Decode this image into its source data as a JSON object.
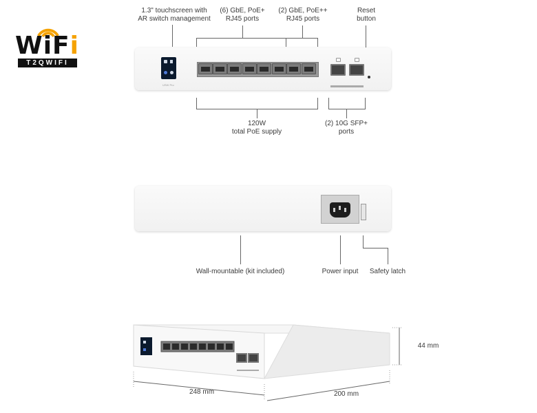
{
  "logo": {
    "word": "WiFi",
    "word_main": "WiF",
    "word_i": "i",
    "tag": "T2QWIFI",
    "accent": "#f5a200"
  },
  "front_view": {
    "touchscreen": [
      "1.3\" touchscreen with",
      "AR switch management"
    ],
    "gbe_poe_plus": [
      "(6) GbE, PoE+",
      "RJ45 ports"
    ],
    "gbe_poe_plusplus": [
      "(2) GbE, PoE++",
      "RJ45 ports"
    ],
    "reset": [
      "Reset",
      "button"
    ],
    "poe_supply": [
      "120W",
      "total PoE supply"
    ],
    "sfp": [
      "(2) 10G SFP+",
      "ports"
    ],
    "brand_mark": "USW Pro"
  },
  "rear_view": {
    "wall_mount": "Wall-mountable (kit included)",
    "power_input": "Power input",
    "safety_latch": "Safety latch"
  },
  "dimensions": {
    "height": "44 mm",
    "width": "248 mm",
    "depth": "200 mm"
  }
}
